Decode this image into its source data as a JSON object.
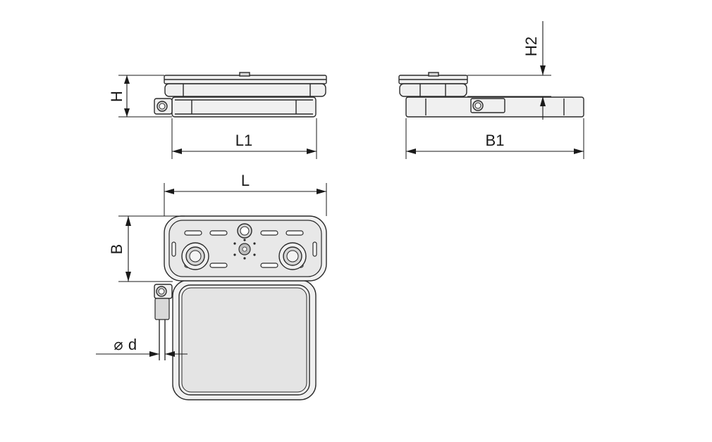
{
  "dimensions": {
    "h": "H",
    "l1": "L1",
    "h2": "H2",
    "b1": "B1",
    "l": "L",
    "b": "B",
    "d": "d"
  },
  "symbols": {
    "diameter": "⌀"
  }
}
